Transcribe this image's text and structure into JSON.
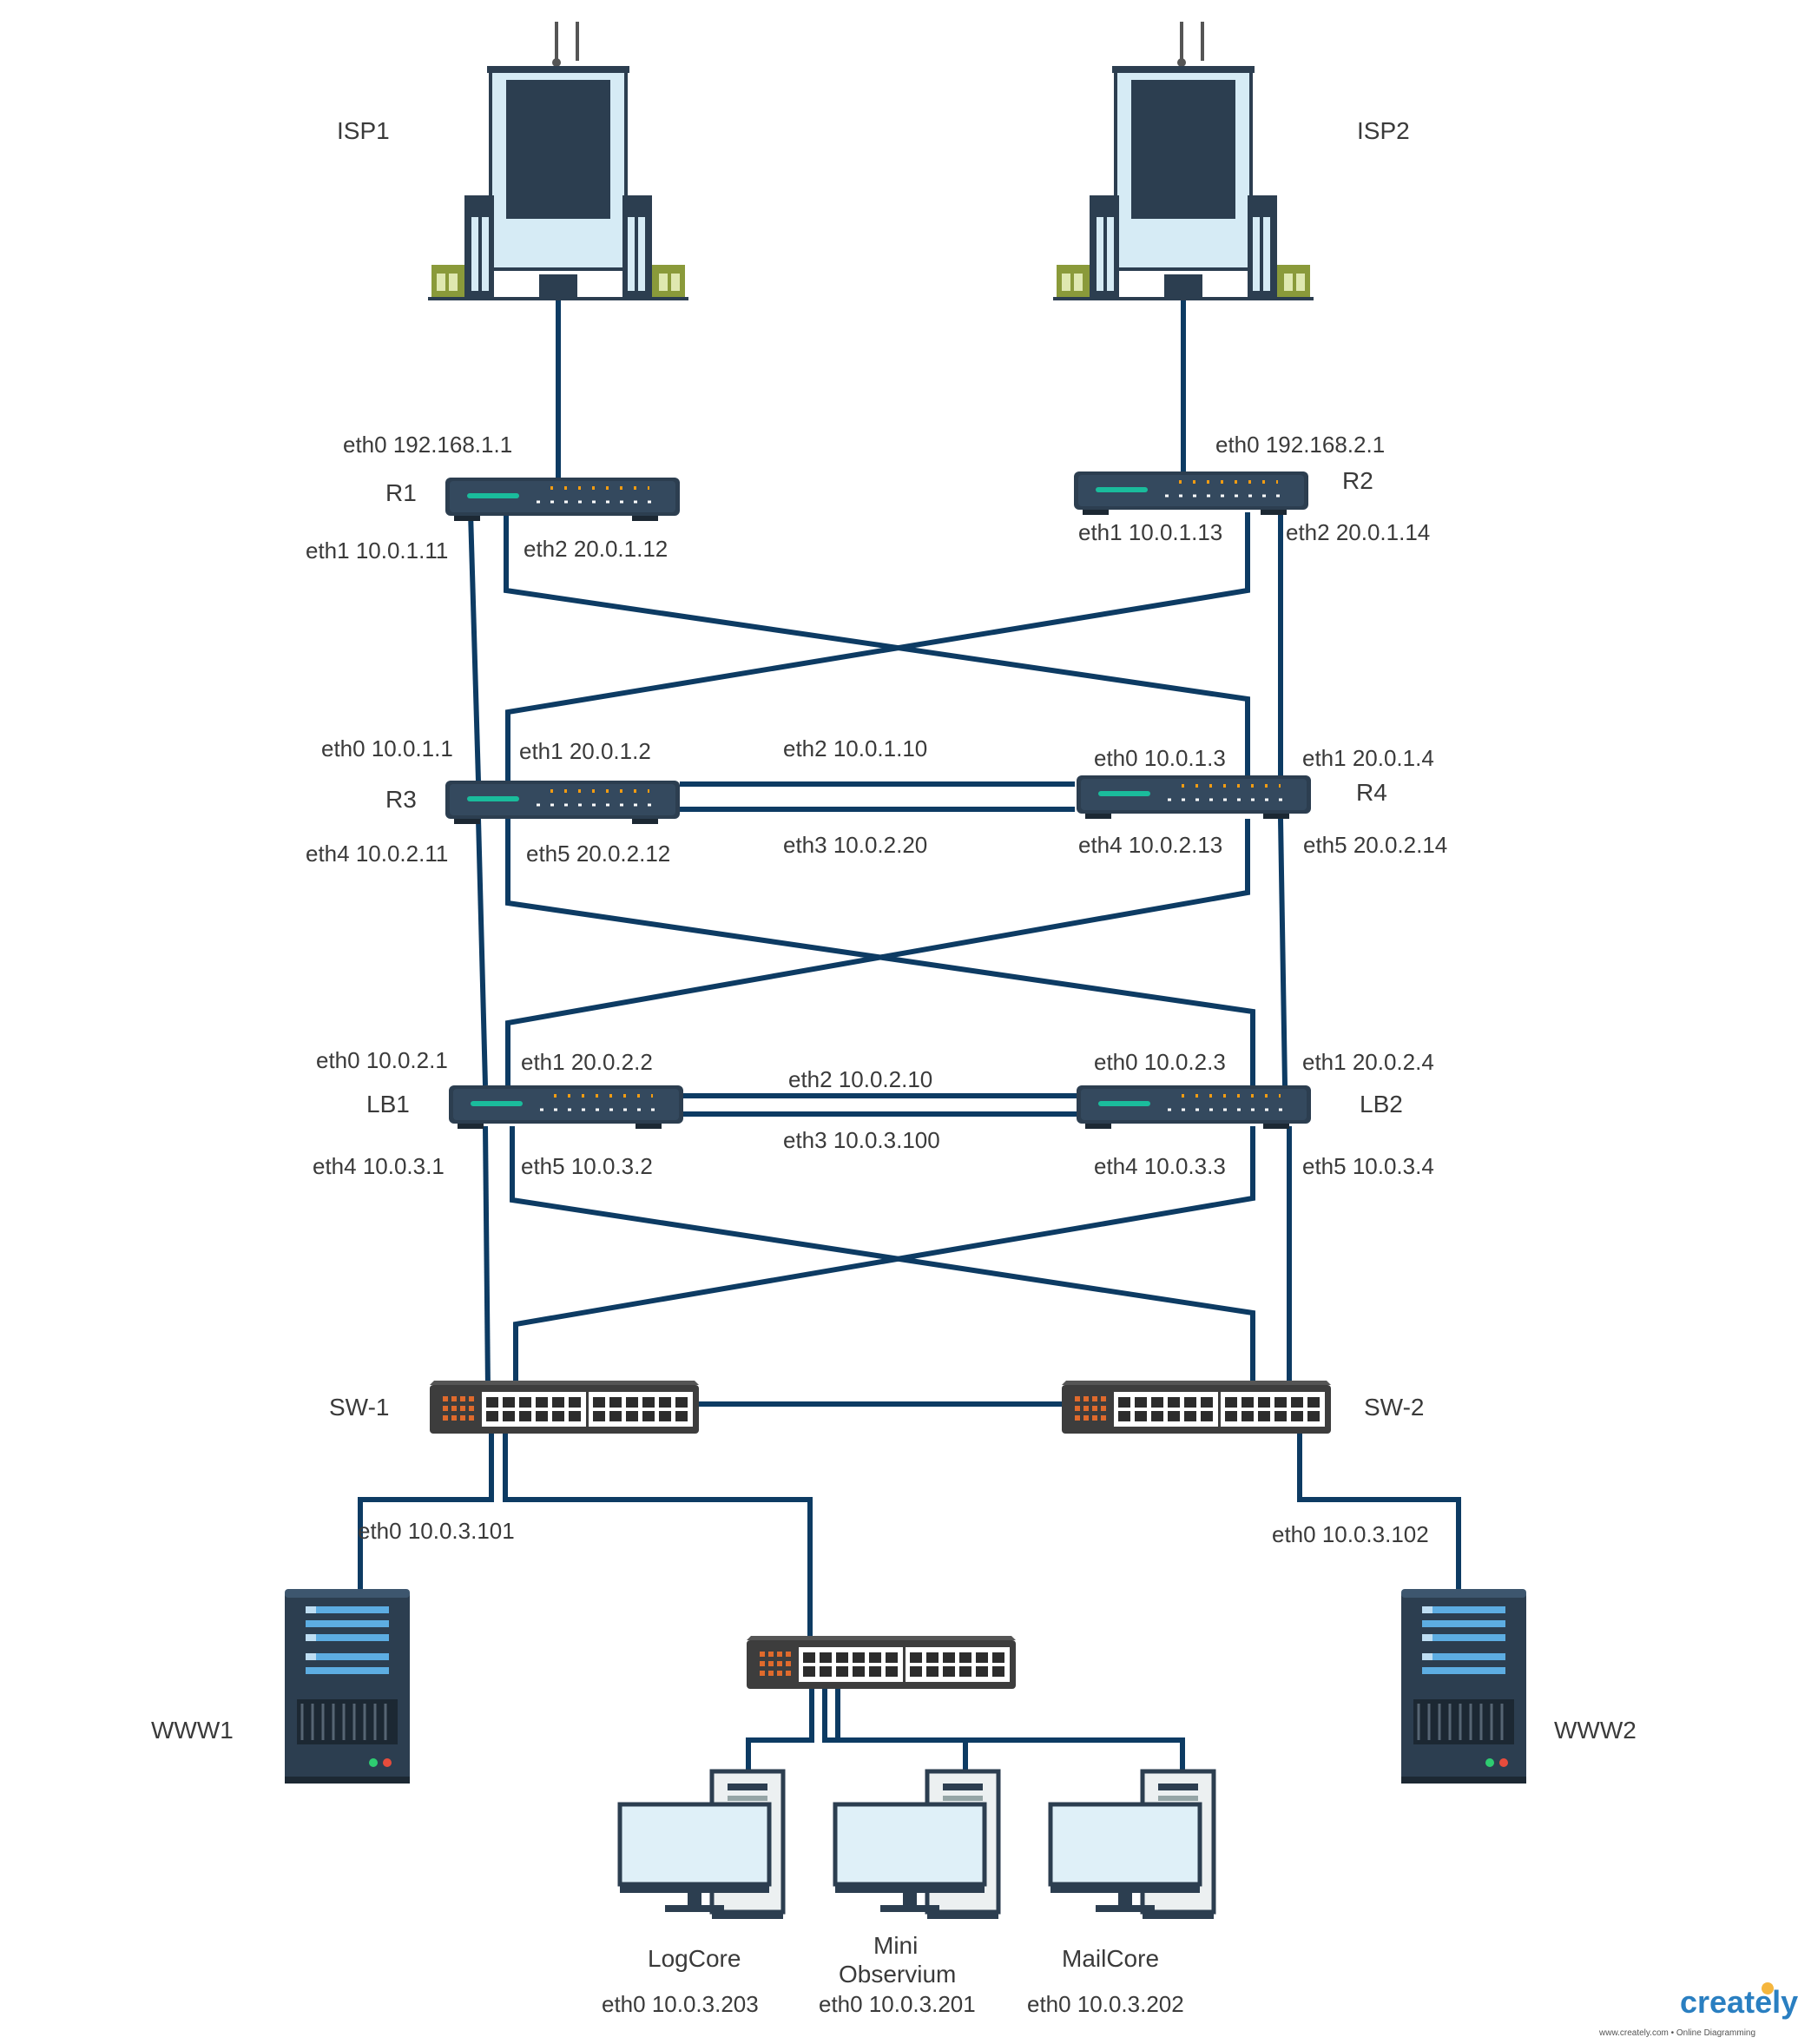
{
  "devices": {
    "isp1": "ISP1",
    "isp2": "ISP2",
    "r1": "R1",
    "r2": "R2",
    "r3": "R3",
    "r4": "R4",
    "lb1": "LB1",
    "lb2": "LB2",
    "sw1": "SW-1",
    "sw2": "SW-2",
    "www1": "WWW1",
    "www2": "WWW2",
    "logcore": "LogCore",
    "mini_line1": "Mini",
    "mini_line2": "Observium",
    "mailcore": "MailCore"
  },
  "interfaces": {
    "r1_eth0": "eth0 192.168.1.1",
    "r1_eth1": "eth1 10.0.1.11",
    "r1_eth2": "eth2 20.0.1.12",
    "r2_eth0": "eth0 192.168.2.1",
    "r2_eth1": "eth1 10.0.1.13",
    "r2_eth2": "eth2 20.0.1.14",
    "r3_eth0": "eth0 10.0.1.1",
    "r3_eth1": "eth1 20.0.1.2",
    "r3_eth2": "eth2 10.0.1.10",
    "r3_eth3": "eth3 10.0.2.20",
    "r3_eth4": "eth4 10.0.2.11",
    "r3_eth5": "eth5 20.0.2.12",
    "r4_eth0": "eth0 10.0.1.3",
    "r4_eth1": "eth1 20.0.1.4",
    "r4_eth4": "eth4 10.0.2.13",
    "r4_eth5": "eth5 20.0.2.14",
    "lb1_eth0": "eth0 10.0.2.1",
    "lb1_eth1": "eth1 20.0.2.2",
    "lb1_eth2": "eth2 10.0.2.10",
    "lb1_eth3": "eth3 10.0.3.100",
    "lb1_eth4": "eth4 10.0.3.1",
    "lb1_eth5": "eth5 10.0.3.2",
    "lb2_eth0": "eth0 10.0.2.3",
    "lb2_eth1": "eth1 20.0.2.4",
    "lb2_eth4": "eth4 10.0.3.3",
    "lb2_eth5": "eth5 10.0.3.4",
    "www1_eth0": "eth0 10.0.3.101",
    "www2_eth0": "eth0 10.0.3.102",
    "logcore_eth0": "eth0 10.0.3.203",
    "mini_eth0": "eth0 10.0.3.201",
    "mailcore_eth0": "eth0 10.0.3.202"
  },
  "branding": {
    "logo": "creately",
    "tagline": "www.creately.com • Online Diagramming"
  },
  "colors": {
    "cable": "#0d3b63",
    "device_dark": "#2c3e50",
    "building_glass": "#d6ebf5",
    "building_green": "#8a9a3a",
    "monitor_screen": "#dff0f8",
    "port_orange": "#e06a2c",
    "logo_blue": "#2a7fc1"
  }
}
